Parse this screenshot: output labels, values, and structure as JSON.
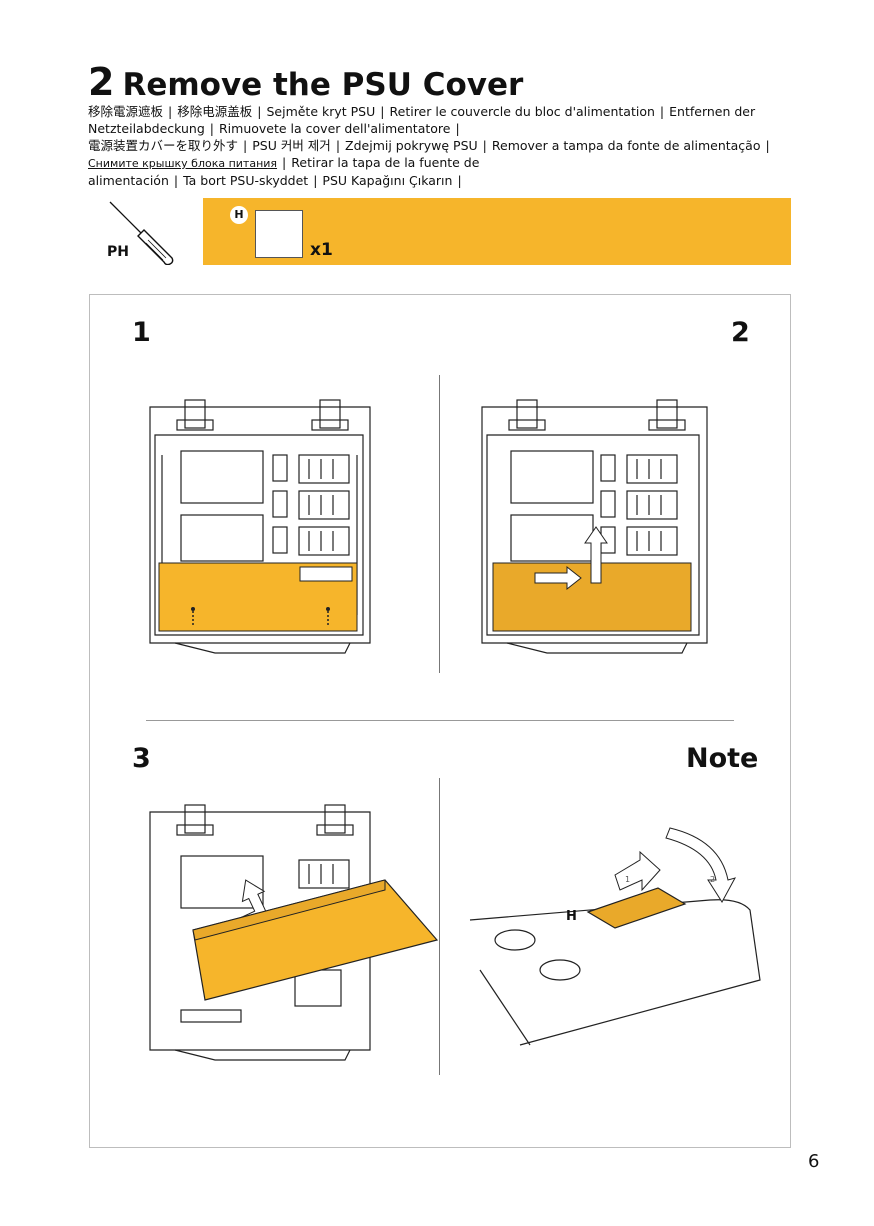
{
  "section": {
    "number": "2",
    "title": "Remove the PSU Cover"
  },
  "translations": [
    "移除電源遮板",
    "移除电源盖板",
    "Sejměte kryt PSU",
    "Retirer le couvercle du bloc d'alimentation",
    "Entfernen der Netzteilabdeckung",
    "Rimuovete la cover dell'alimentatore",
    "電源装置カバーを取り外す",
    "PSU 커버 제거",
    "Zdejmij pokrywę PSU",
    "Remover a tampa da fonte de alimentação",
    "Снимите крышку блока питания",
    "Retirar la tapa de la fuente de alimentación",
    "Ta bort PSU-skyddet",
    "PSU Kapağını Çıkarın"
  ],
  "tool": {
    "label": "PH",
    "icon": "screwdriver-icon"
  },
  "parts": {
    "badge": "H",
    "quantity": "x1",
    "bar_color": "#f6b52b"
  },
  "steps": {
    "s1": "1",
    "s2": "2",
    "s3": "3",
    "note": "Note"
  },
  "note_figure": {
    "part_label": "H",
    "arrow_1": "1",
    "arrow_2": "2"
  },
  "page_number": "6",
  "colors": {
    "accent": "#f6b52b",
    "accent_dark": "#e9a92a"
  }
}
